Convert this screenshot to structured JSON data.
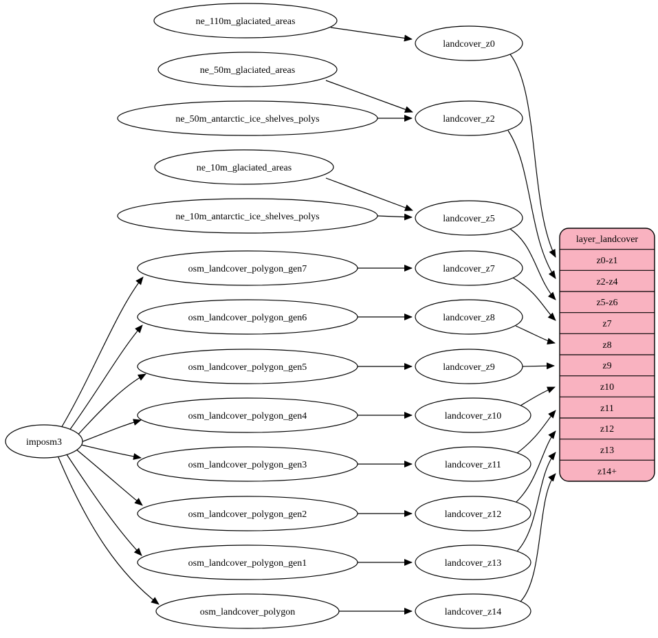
{
  "diagram": {
    "root": {
      "label": "imposm3"
    },
    "sources": [
      {
        "label": "ne_110m_glaciated_areas"
      },
      {
        "label": "ne_50m_glaciated_areas"
      },
      {
        "label": "ne_50m_antarctic_ice_shelves_polys"
      },
      {
        "label": "ne_10m_glaciated_areas"
      },
      {
        "label": "ne_10m_antarctic_ice_shelves_polys"
      },
      {
        "label": "osm_landcover_polygon_gen7"
      },
      {
        "label": "osm_landcover_polygon_gen6"
      },
      {
        "label": "osm_landcover_polygon_gen5"
      },
      {
        "label": "osm_landcover_polygon_gen4"
      },
      {
        "label": "osm_landcover_polygon_gen3"
      },
      {
        "label": "osm_landcover_polygon_gen2"
      },
      {
        "label": "osm_landcover_polygon_gen1"
      },
      {
        "label": "osm_landcover_polygon"
      }
    ],
    "stages": [
      {
        "label": "landcover_z0"
      },
      {
        "label": "landcover_z2"
      },
      {
        "label": "landcover_z5"
      },
      {
        "label": "landcover_z7"
      },
      {
        "label": "landcover_z8"
      },
      {
        "label": "landcover_z9"
      },
      {
        "label": "landcover_z10"
      },
      {
        "label": "landcover_z11"
      },
      {
        "label": "landcover_z12"
      },
      {
        "label": "landcover_z13"
      },
      {
        "label": "landcover_z14"
      }
    ],
    "table": {
      "title": "layer_landcover",
      "rows": [
        "z0-z1",
        "z2-z4",
        "z5-z6",
        "z7",
        "z8",
        "z9",
        "z10",
        "z11",
        "z12",
        "z13",
        "z14+"
      ]
    },
    "colors": {
      "table_fill": "#f9b2c0",
      "node_fill": "#ffffff",
      "stroke": "#000000"
    },
    "edges": [
      {
        "from": "imposm3",
        "to": "osm_landcover_polygon_gen7"
      },
      {
        "from": "imposm3",
        "to": "osm_landcover_polygon_gen6"
      },
      {
        "from": "imposm3",
        "to": "osm_landcover_polygon_gen5"
      },
      {
        "from": "imposm3",
        "to": "osm_landcover_polygon_gen4"
      },
      {
        "from": "imposm3",
        "to": "osm_landcover_polygon_gen3"
      },
      {
        "from": "imposm3",
        "to": "osm_landcover_polygon_gen2"
      },
      {
        "from": "imposm3",
        "to": "osm_landcover_polygon_gen1"
      },
      {
        "from": "imposm3",
        "to": "osm_landcover_polygon"
      },
      {
        "from": "ne_110m_glaciated_areas",
        "to": "landcover_z0"
      },
      {
        "from": "ne_50m_glaciated_areas",
        "to": "landcover_z2"
      },
      {
        "from": "ne_50m_antarctic_ice_shelves_polys",
        "to": "landcover_z2"
      },
      {
        "from": "ne_10m_glaciated_areas",
        "to": "landcover_z5"
      },
      {
        "from": "ne_10m_antarctic_ice_shelves_polys",
        "to": "landcover_z5"
      },
      {
        "from": "osm_landcover_polygon_gen7",
        "to": "landcover_z7"
      },
      {
        "from": "osm_landcover_polygon_gen6",
        "to": "landcover_z8"
      },
      {
        "from": "osm_landcover_polygon_gen5",
        "to": "landcover_z9"
      },
      {
        "from": "osm_landcover_polygon_gen4",
        "to": "landcover_z10"
      },
      {
        "from": "osm_landcover_polygon_gen3",
        "to": "landcover_z11"
      },
      {
        "from": "osm_landcover_polygon_gen2",
        "to": "landcover_z12"
      },
      {
        "from": "osm_landcover_polygon_gen1",
        "to": "landcover_z13"
      },
      {
        "from": "osm_landcover_polygon",
        "to": "landcover_z14"
      },
      {
        "from": "landcover_z0",
        "to": "layer_landcover:z0-z1"
      },
      {
        "from": "landcover_z2",
        "to": "layer_landcover:z2-z4"
      },
      {
        "from": "landcover_z5",
        "to": "layer_landcover:z5-z6"
      },
      {
        "from": "landcover_z7",
        "to": "layer_landcover:z7"
      },
      {
        "from": "landcover_z8",
        "to": "layer_landcover:z8"
      },
      {
        "from": "landcover_z9",
        "to": "layer_landcover:z9"
      },
      {
        "from": "landcover_z10",
        "to": "layer_landcover:z10"
      },
      {
        "from": "landcover_z11",
        "to": "layer_landcover:z11"
      },
      {
        "from": "landcover_z12",
        "to": "layer_landcover:z12"
      },
      {
        "from": "landcover_z13",
        "to": "layer_landcover:z13"
      },
      {
        "from": "landcover_z14",
        "to": "layer_landcover:z14+"
      }
    ]
  }
}
